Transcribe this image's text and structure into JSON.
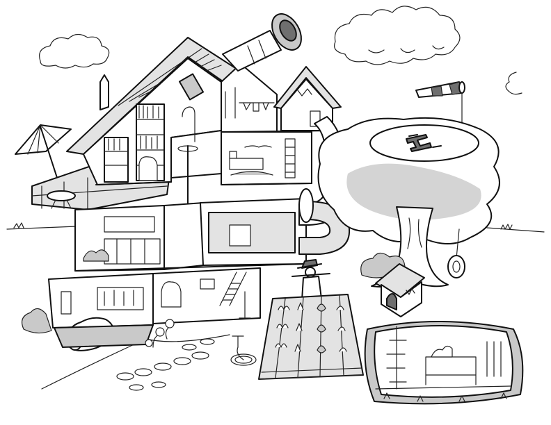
{
  "scene": {
    "palette": {
      "ink": "#111111",
      "paper": "#ffffff",
      "shade_light": "#e3e3e3",
      "shade_mid": "#c9c9c9",
      "shade_dark": "#6f6f6f"
    },
    "elements": [
      "clouds",
      "cutaway-house",
      "slide-tube",
      "periscope-tube",
      "patio-umbrella",
      "treehouse-helipad",
      "tire-swing",
      "doghouse",
      "scarecrow",
      "vegetable-garden",
      "underground-bunker",
      "garage-car",
      "stepping-stones",
      "garden-hose"
    ]
  }
}
